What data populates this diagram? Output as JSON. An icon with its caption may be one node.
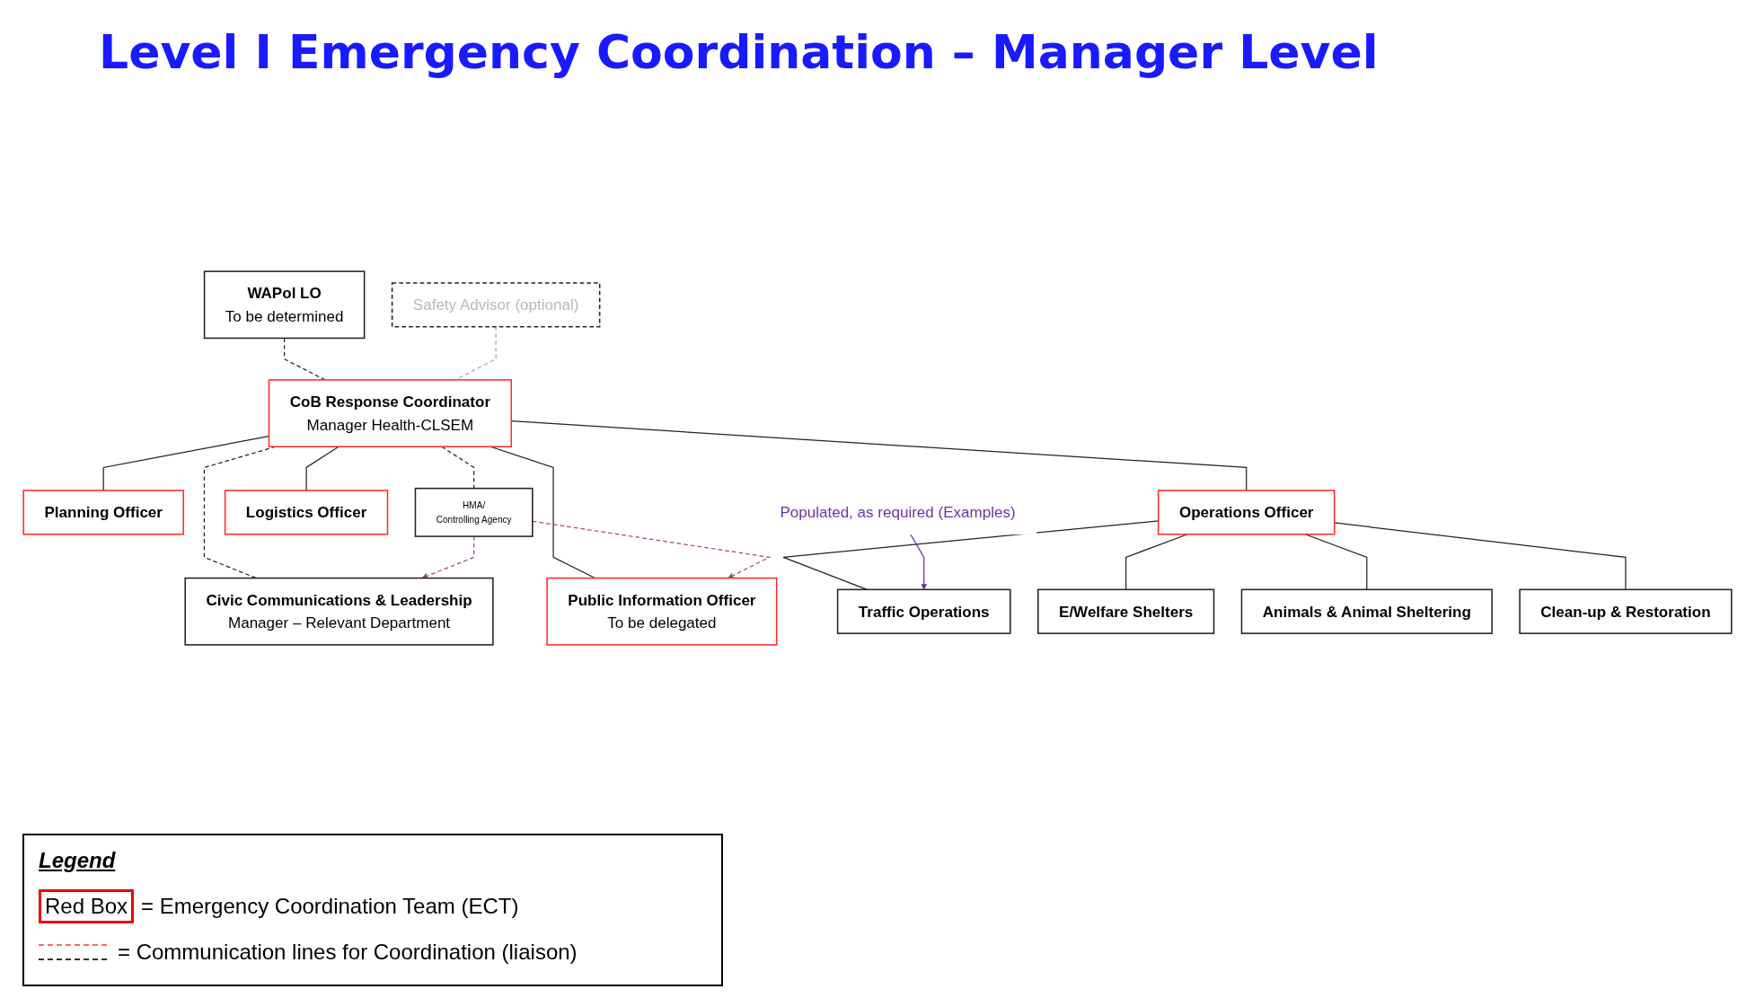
{
  "diagram": {
    "title": "Level I Emergency Coordination – Manager Level",
    "nodes": [
      {
        "text": [
          "Civic Communications & Leadership",
          "Manager – Relevant Department"
        ]
      },
      {
        "text": [
          "WAPol LO",
          "To be determined"
        ]
      },
      {
        "text": [
          "CoB Response Coordinator",
          "Manager Health-CLSEM"
        ]
      },
      {
        "text": [
          "Safety Advisor (optional)"
        ]
      },
      {
        "text": [
          "HMA/",
          "Controlling Agency"
        ]
      },
      {
        "text": [
          "Planning Officer"
        ]
      },
      {
        "text": [
          "Operations Officer"
        ]
      },
      {
        "text": [
          "Logistics Officer"
        ]
      },
      {
        "text": [
          "Public Information Officer",
          "To be delegated"
        ]
      },
      {
        "text": [
          "Populated, as required (Examples)"
        ]
      },
      {
        "text": [
          "Traffic Operations"
        ]
      },
      {
        "text": [
          "E/Welfare Shelters"
        ]
      },
      {
        "text": [
          "Animals & Animal Sheltering"
        ]
      },
      {
        "text": [
          "Clean-up & Restoration"
        ]
      }
    ],
    "edges": [
      {
        "from": 2,
        "to": 0,
        "arrow": "none",
        "style": "dashed"
      },
      {
        "from": 1,
        "to": 2,
        "arrow": "none",
        "style": "dashed"
      },
      {
        "from": 2,
        "to": 4,
        "arrow": "none",
        "style": "dashed"
      },
      {
        "from": 3,
        "to": 2,
        "arrow": "none",
        "style": "dashed",
        "color": "#a6a6a6"
      },
      {
        "from": 2,
        "to": 5,
        "arrow": "none"
      },
      {
        "from": 2,
        "to": 6,
        "arrow": "none"
      },
      {
        "from": 2,
        "to": 7,
        "arrow": "none"
      },
      {
        "from": 2,
        "to": 8,
        "arrow": "none"
      },
      {
        "from": 4,
        "to": 0,
        "arrow": "to",
        "style": "dashed",
        "color": "#a05050"
      },
      {
        "from": 4,
        "to": 8,
        "arrow": "to",
        "style": "dashed",
        "color": "#a05050"
      },
      {
        "from": 6,
        "to": 10,
        "arrow": "none"
      },
      {
        "from": 6,
        "to": 11,
        "arrow": "none"
      },
      {
        "from": 6,
        "to": 12,
        "arrow": "none"
      },
      {
        "from": 6,
        "to": 13,
        "arrow": "none"
      },
      {
        "from": 9,
        "to": 10,
        "arrow": "to",
        "color": "#7030a0"
      }
    ],
    "labels": [
      "Legend",
      "Red Box"
    ],
    "legend": [
      {
        "text": "= Emergency Coordination Team (ECT)"
      },
      {
        "text": "= Communication lines for Coordination (liaison)"
      }
    ]
  }
}
